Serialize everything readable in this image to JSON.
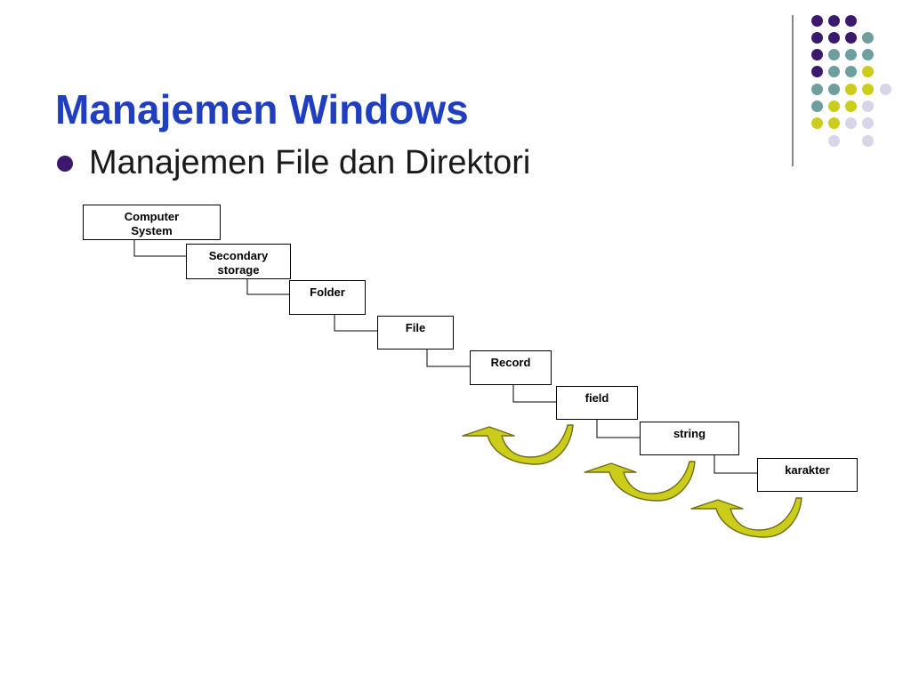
{
  "slide": {
    "title": "Manajemen Windows",
    "bullet": "Manajemen File dan Direktori"
  },
  "colors": {
    "title": "#1f3fbf",
    "bullet": "#3b1a6e",
    "purple": "#3b1a6e",
    "teal": "#6f9e9e",
    "yellow": "#cccc1a",
    "lavender": "#d6d6e8",
    "arrow_fill": "#cccc1a",
    "arrow_stroke": "#6e6e14"
  },
  "decor_dots": [
    [
      "purple",
      "purple",
      "purple",
      null,
      null
    ],
    [
      "purple",
      "purple",
      "purple",
      "teal",
      null
    ],
    [
      "purple",
      "teal",
      "teal",
      "teal",
      null
    ],
    [
      "purple",
      "teal",
      "teal",
      "yellow",
      null
    ],
    [
      "teal",
      "teal",
      "yellow",
      "yellow",
      "lavender"
    ],
    [
      "teal",
      "yellow",
      "yellow",
      "lavender",
      null
    ],
    [
      "yellow",
      "yellow",
      "lavender",
      "lavender",
      null
    ],
    [
      null,
      "lavender",
      null,
      "lavender",
      null
    ]
  ],
  "hierarchy": [
    {
      "label": "Computer\nSystem"
    },
    {
      "label": "Secondary\nstorage"
    },
    {
      "label": "Folder"
    },
    {
      "label": "File"
    },
    {
      "label": "Record"
    },
    {
      "label": "field"
    },
    {
      "label": "string"
    },
    {
      "label": "karakter"
    }
  ]
}
